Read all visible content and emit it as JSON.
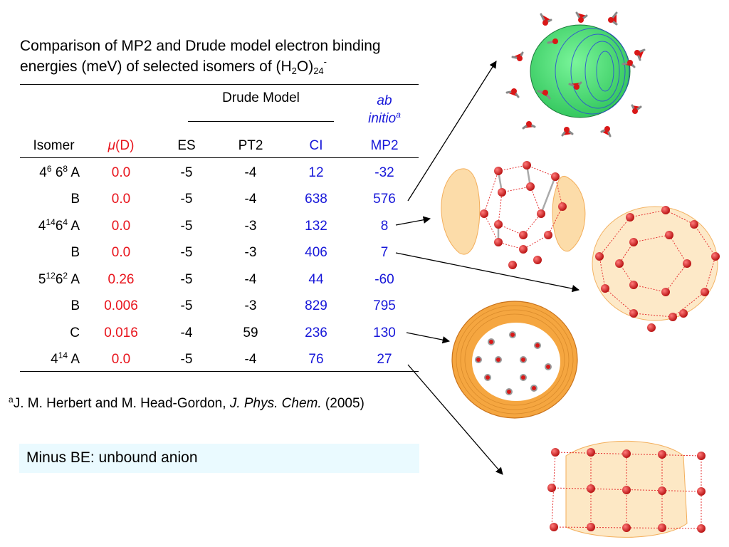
{
  "title": {
    "line1": "Comparison of MP2 and Drude model electron binding",
    "line2_pre": "energies (meV) of selected isomers of (H",
    "line2_sub1": "2",
    "line2_mid": "O)",
    "line2_sub2": "24",
    "line2_sup": "-"
  },
  "table": {
    "group_header": "Drude Model",
    "ab_initio_line1": "ab",
    "ab_initio_line2": "initio",
    "ab_initio_mark": "a",
    "columns": {
      "isomer": "Isomer",
      "mu_symbol": "μ",
      "mu_unit": "(D)",
      "es": "ES",
      "pt2": "PT2",
      "ci": "CI",
      "mp2": "MP2"
    },
    "rows": [
      {
        "family_base1": "4",
        "family_exp1": "6",
        "family_base2": " 6",
        "family_exp2": "8",
        "label": " A",
        "mu": "0.0",
        "es": "-5",
        "pt2": "-4",
        "ci": "12",
        "mp2": "-32"
      },
      {
        "label": "B",
        "mu": "0.0",
        "es": "-5",
        "pt2": "-4",
        "ci": "638",
        "mp2": "576"
      },
      {
        "family_base1": "4",
        "family_exp1": "14",
        "family_base2": "6",
        "family_exp2": "4",
        "label": " A",
        "mu": "0.0",
        "es": "-5",
        "pt2": "-3",
        "ci": "132",
        "mp2": "8"
      },
      {
        "label": "B",
        "mu": "0.0",
        "es": "-5",
        "pt2": "-3",
        "ci": "406",
        "mp2": "7"
      },
      {
        "family_base1": "5",
        "family_exp1": "12",
        "family_base2": "6",
        "family_exp2": "2",
        "label": " A",
        "mu": "0.26",
        "es": "-5",
        "pt2": "-4",
        "ci": "44",
        "mp2": "-60"
      },
      {
        "label": "B",
        "mu": "0.006",
        "es": "-5",
        "pt2": "-3",
        "ci": "829",
        "mp2": "795"
      },
      {
        "label": "C",
        "mu": "0.016",
        "es": "-4",
        "pt2": "59",
        "ci": "236",
        "mp2": "130"
      },
      {
        "family_base1": "4",
        "family_exp1": "14",
        "label": " A",
        "mu": "0.0",
        "es": "-5",
        "pt2": "-4",
        "ci": "76",
        "mp2": "27"
      }
    ]
  },
  "reference": {
    "mark": "a",
    "authors": "J. M. Herbert and M. Head-Gordon, ",
    "journal": "J. Phys. Chem.",
    "year": " (2005)"
  },
  "note": "Minus BE: unbound anion",
  "colors": {
    "mu_column": "#e8141c",
    "ab_initio_columns": "#1717d9",
    "note_background": "#eafaff",
    "surface_green": "#4fe07a",
    "surface_orange": "#f5a640",
    "oxygen_red": "#e21b1b"
  }
}
